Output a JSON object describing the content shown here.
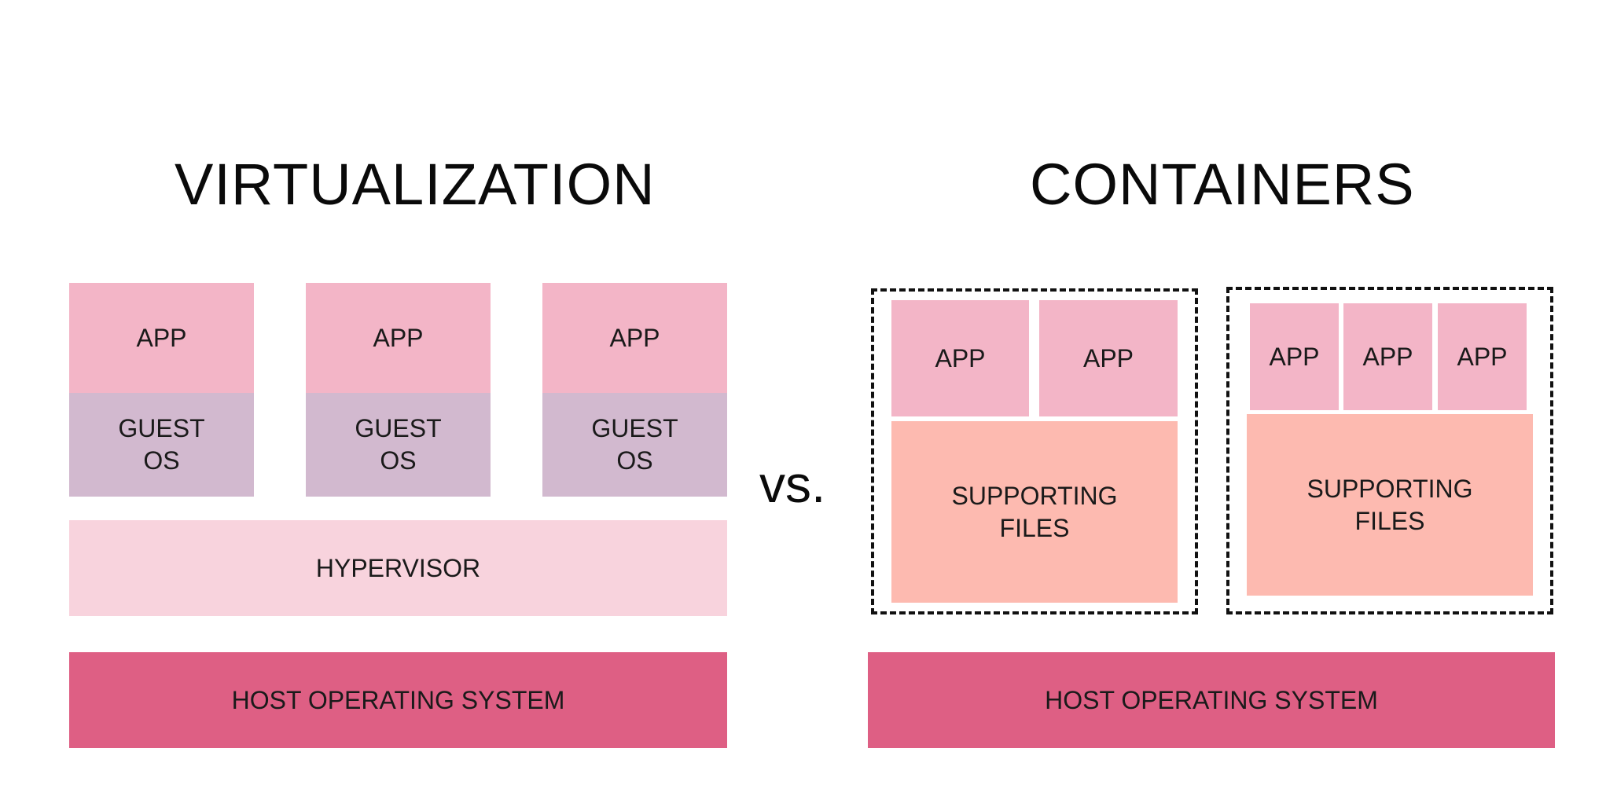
{
  "colors": {
    "app": "#F3B5C7",
    "guest_os": "#D2B9CF",
    "hypervisor": "#F8D3DD",
    "host_os": "#DE5F84",
    "supporting_files": "#FDBAB0",
    "container_border": "#111111"
  },
  "virtualization": {
    "title": "VIRTUALIZATION",
    "vms": [
      {
        "app": "APP",
        "guest_os": "GUEST\nOS"
      },
      {
        "app": "APP",
        "guest_os": "GUEST\nOS"
      },
      {
        "app": "APP",
        "guest_os": "GUEST\nOS"
      }
    ],
    "hypervisor": "HYPERVISOR",
    "host_os": "HOST OPERATING SYSTEM"
  },
  "vs_label": "vs.",
  "containers": {
    "title": "CONTAINERS",
    "groups": [
      {
        "apps": [
          "APP",
          "APP"
        ],
        "supporting_files": "SUPPORTING\nFILES"
      },
      {
        "apps": [
          "APP",
          "APP",
          "APP"
        ],
        "supporting_files": "SUPPORTING\nFILES"
      }
    ],
    "host_os": "HOST OPERATING SYSTEM"
  }
}
